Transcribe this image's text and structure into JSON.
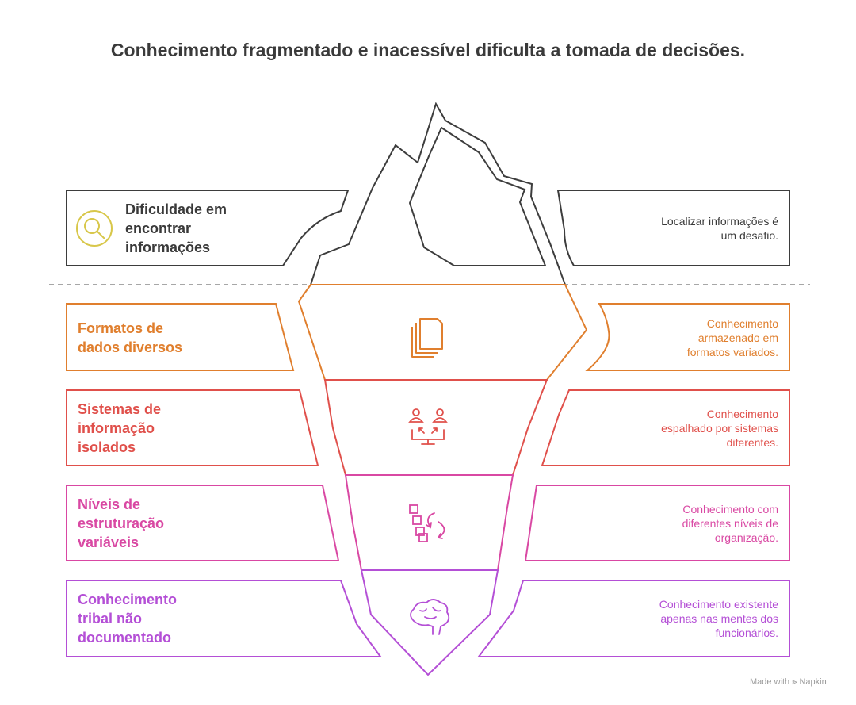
{
  "title": "Conhecimento fragmentado e inacessível dificulta a tomada de decisões.",
  "colors": {
    "outline": "#3d3d3d",
    "level_1": "#e07f2e",
    "level_2": "#e0504b",
    "level_3": "#d948a3",
    "level_4": "#b44fd6",
    "search_icon": "#d8c74a",
    "waterline": "#8a8a8a"
  },
  "top": {
    "label": "Dificuldade em encontrar informações",
    "label_lines": [
      "Dificuldade em",
      "encontrar",
      "informações"
    ],
    "icon": "search-icon",
    "description": "Localizar informações é um desafio.",
    "description_lines": [
      "Localizar informações é",
      "um desafio."
    ]
  },
  "levels": [
    {
      "label": "Formatos de dados diversos",
      "label_lines": [
        "Formatos de",
        "dados diversos"
      ],
      "icon": "documents-icon",
      "description": "Conhecimento armazenado em formatos variados.",
      "description_lines": [
        "Conhecimento",
        "armazenado em",
        "formatos variados."
      ]
    },
    {
      "label": "Sistemas de informação isolados",
      "label_lines": [
        "Sistemas de",
        "informação",
        "isolados"
      ],
      "icon": "users-network-icon",
      "description": "Conhecimento espalhado por sistemas diferentes.",
      "description_lines": [
        "Conhecimento",
        "espalhado por sistemas",
        "diferentes."
      ]
    },
    {
      "label": "Níveis de estruturação variáveis",
      "label_lines": [
        "Níveis de",
        "estruturação",
        "variáveis"
      ],
      "icon": "structure-blocks-icon",
      "description": "Conhecimento com diferentes níveis de organização.",
      "description_lines": [
        "Conhecimento com",
        "diferentes níveis de",
        "organização."
      ]
    },
    {
      "label": "Conhecimento tribal não documentado",
      "label_lines": [
        "Conhecimento",
        "tribal não",
        "documentado"
      ],
      "icon": "brain-icon",
      "description": "Conhecimento existente apenas nas mentes dos funcionários.",
      "description_lines": [
        "Conhecimento existente",
        "apenas nas mentes dos",
        "funcionários."
      ]
    }
  ],
  "footer": "Made with ⪢ Napkin"
}
